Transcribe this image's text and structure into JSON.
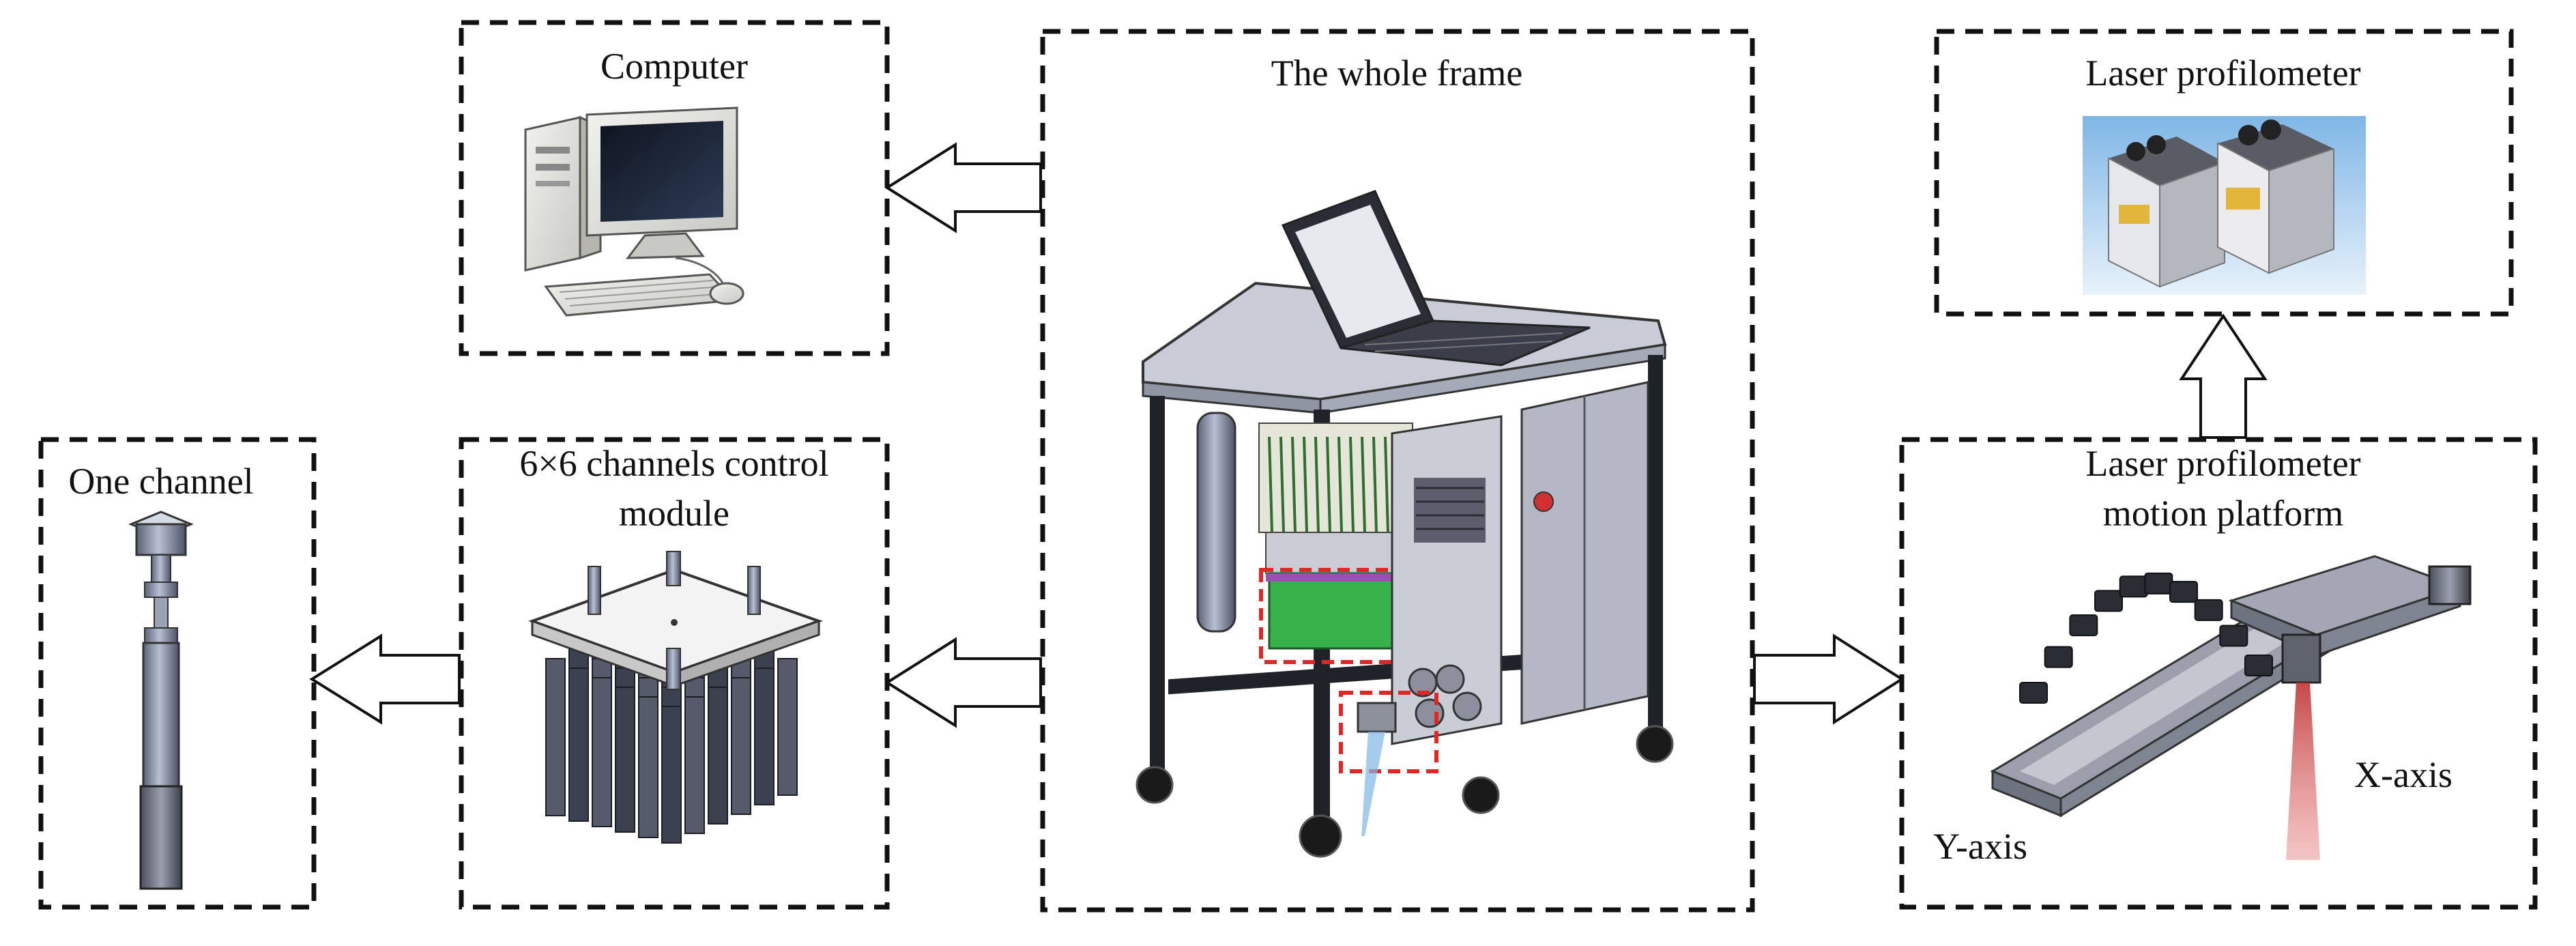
{
  "panels": {
    "computer": {
      "title": "Computer"
    },
    "whole_frame": {
      "title": "The whole frame"
    },
    "laser_profilometer": {
      "title": "Laser profilometer"
    },
    "one_channel": {
      "title": "One channel"
    },
    "control_module": {
      "title_line1": "6×6 channels control",
      "title_line2": "module"
    },
    "motion_platform": {
      "title_line1": "Laser profilometer",
      "title_line2": "motion platform",
      "x_axis_label": "X-axis",
      "y_axis_label": "Y-axis"
    }
  },
  "arrows": [
    {
      "from": "whole_frame",
      "to": "computer"
    },
    {
      "from": "whole_frame",
      "to": "control_module"
    },
    {
      "from": "control_module",
      "to": "one_channel"
    },
    {
      "from": "whole_frame",
      "to": "motion_platform"
    },
    {
      "from": "motion_platform",
      "to": "laser_profilometer"
    }
  ]
}
